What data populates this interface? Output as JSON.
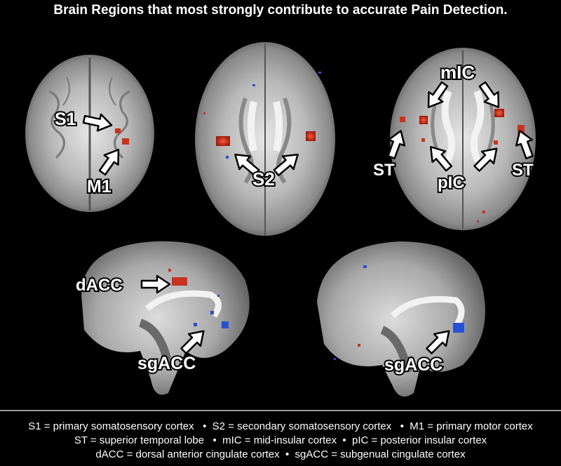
{
  "title": "Brain Regions that most strongly contribute to accurate Pain Detection.",
  "labels": {
    "s1": "S1",
    "m1": "M1",
    "s2": "S2",
    "mic": "mIC",
    "st_left": "ST",
    "st_right": "ST",
    "pic": "pIC",
    "dacc": "dACC",
    "sgacc_left": "sgACC",
    "sgacc_right": "sgACC"
  },
  "legend": [
    "S1 = primary somatosensory cortex   •  S2 = secondary somatosensory cortex   •  M1 = primary motor cortex",
    "ST = superior temporal lobe   •  mIC = mid-insular cortex  •  pIC = posterior insular cortex",
    "dACC = dorsal anterior cingulate cortex  •  sgACC = subgenual cingulate cortex"
  ],
  "colors": {
    "background": "#000000",
    "activation_red": "#c8321e",
    "activation_blue": "#2850d2",
    "label_text": "#ffffff",
    "divider": "#9a9a9a"
  }
}
